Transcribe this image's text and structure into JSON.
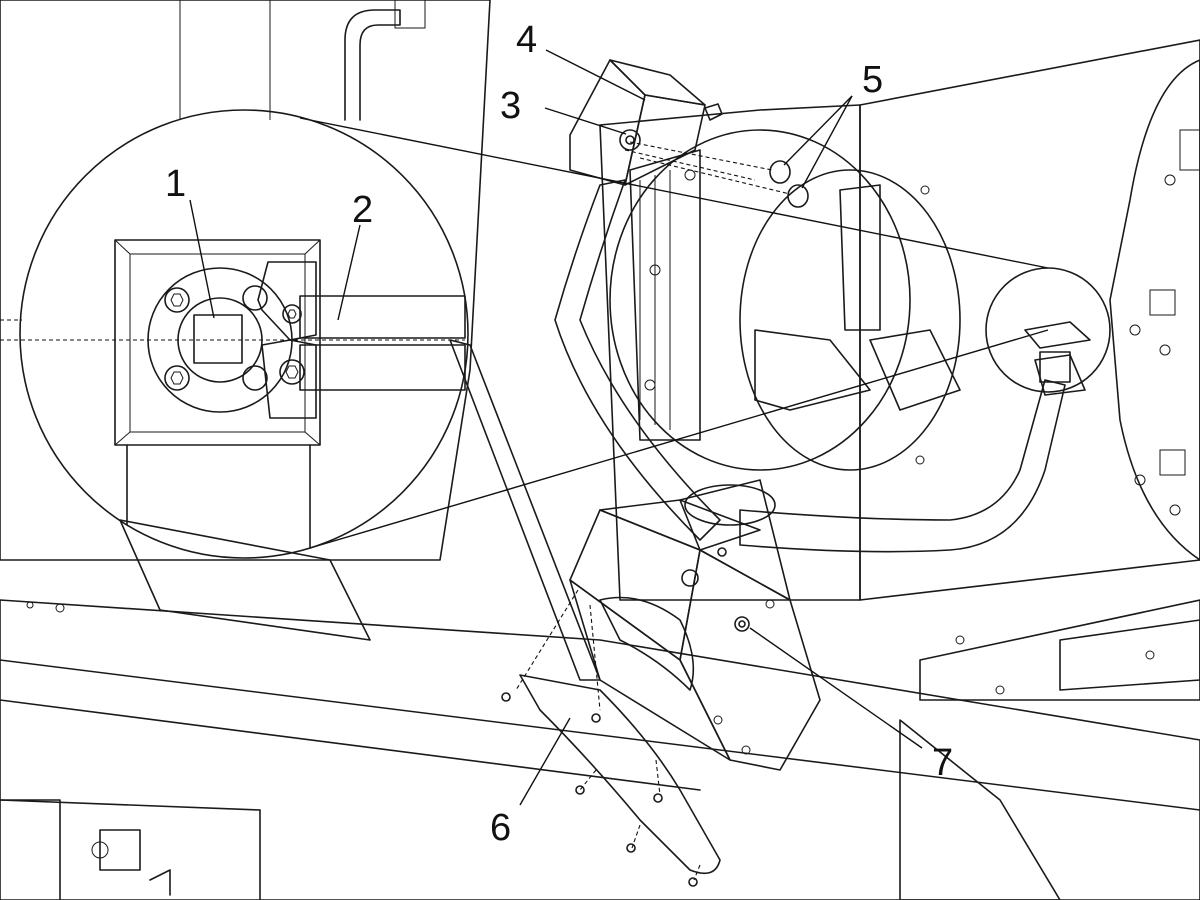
{
  "callouts": {
    "c1": "1",
    "c2": "2",
    "c3": "3",
    "c4": "4",
    "c5": "5",
    "c6": "6",
    "c7": "7"
  },
  "colors": {
    "part_fill": "#9a9a9a",
    "part_dark": "#7d7d7d",
    "part_light": "#b9b9b9",
    "arm_fill": "#8f8f8f",
    "line": "#1a1a1a",
    "background": "#ffffff",
    "frame_light": "#f2f2f2"
  }
}
